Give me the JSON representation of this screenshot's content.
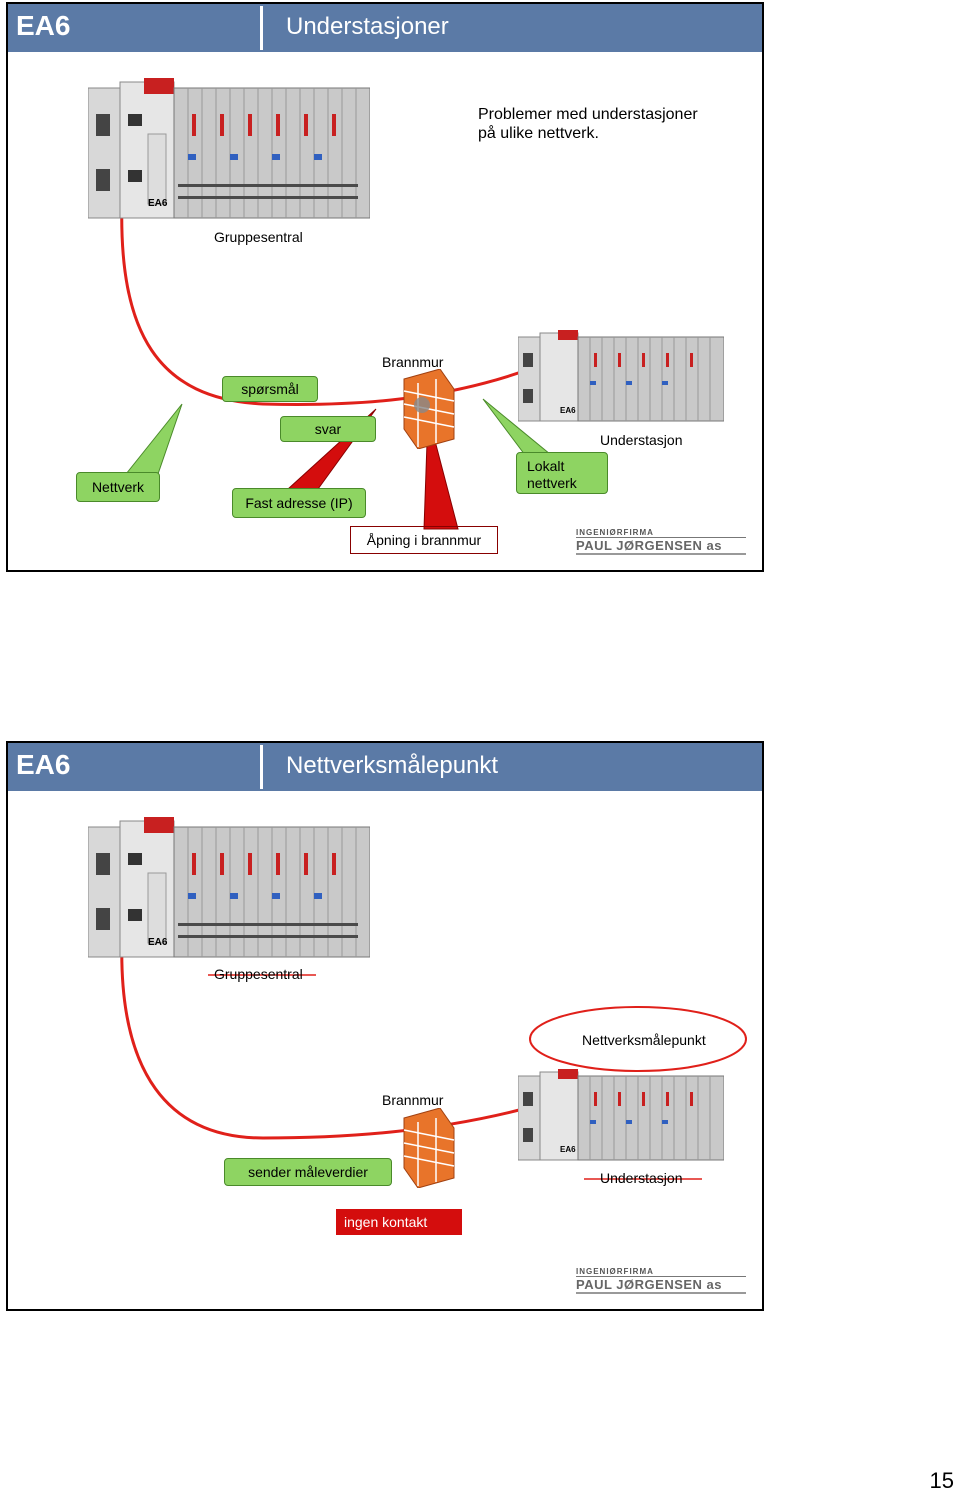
{
  "slide1": {
    "tag": "EA6",
    "title": "Understasjoner",
    "description_line1": "Problemer med understasjoner",
    "description_line2": "på ulike nettverk.",
    "label_central": "Gruppesentral",
    "label_firewall": "Brannmur",
    "label_question": "spørsmål",
    "label_answer": "svar",
    "label_substation": "Understasjon",
    "label_network": "Nettverk",
    "label_fixed_address": "Fast adresse (IP)",
    "label_local_network_1": "Lokalt",
    "label_local_network_2": "nettverk",
    "label_opening": "Åpning i brannmur",
    "plc_badge": "EA6",
    "logo_line1": "INGENIØRFIRMA",
    "logo_line2": "PAUL JØRGENSEN as"
  },
  "slide2": {
    "tag": "EA6",
    "title": "Nettverksmålepunkt",
    "label_central": "Gruppesentral",
    "label_measure_point": "Nettverksmålepunkt",
    "label_firewall": "Brannmur",
    "label_sends": "sender måleverdier",
    "label_substation": "Understasjon",
    "label_no_contact": "ingen kontakt",
    "plc_badge": "EA6",
    "logo_line1": "INGENIØRFIRMA",
    "logo_line2": "PAUL JØRGENSEN as"
  },
  "page_number": "15",
  "colors": {
    "header": "#5b7aa6",
    "cable": "#e0201a",
    "green_box": "#8ed462",
    "red_box": "#d40d0d",
    "firewall": "#e8742a"
  }
}
